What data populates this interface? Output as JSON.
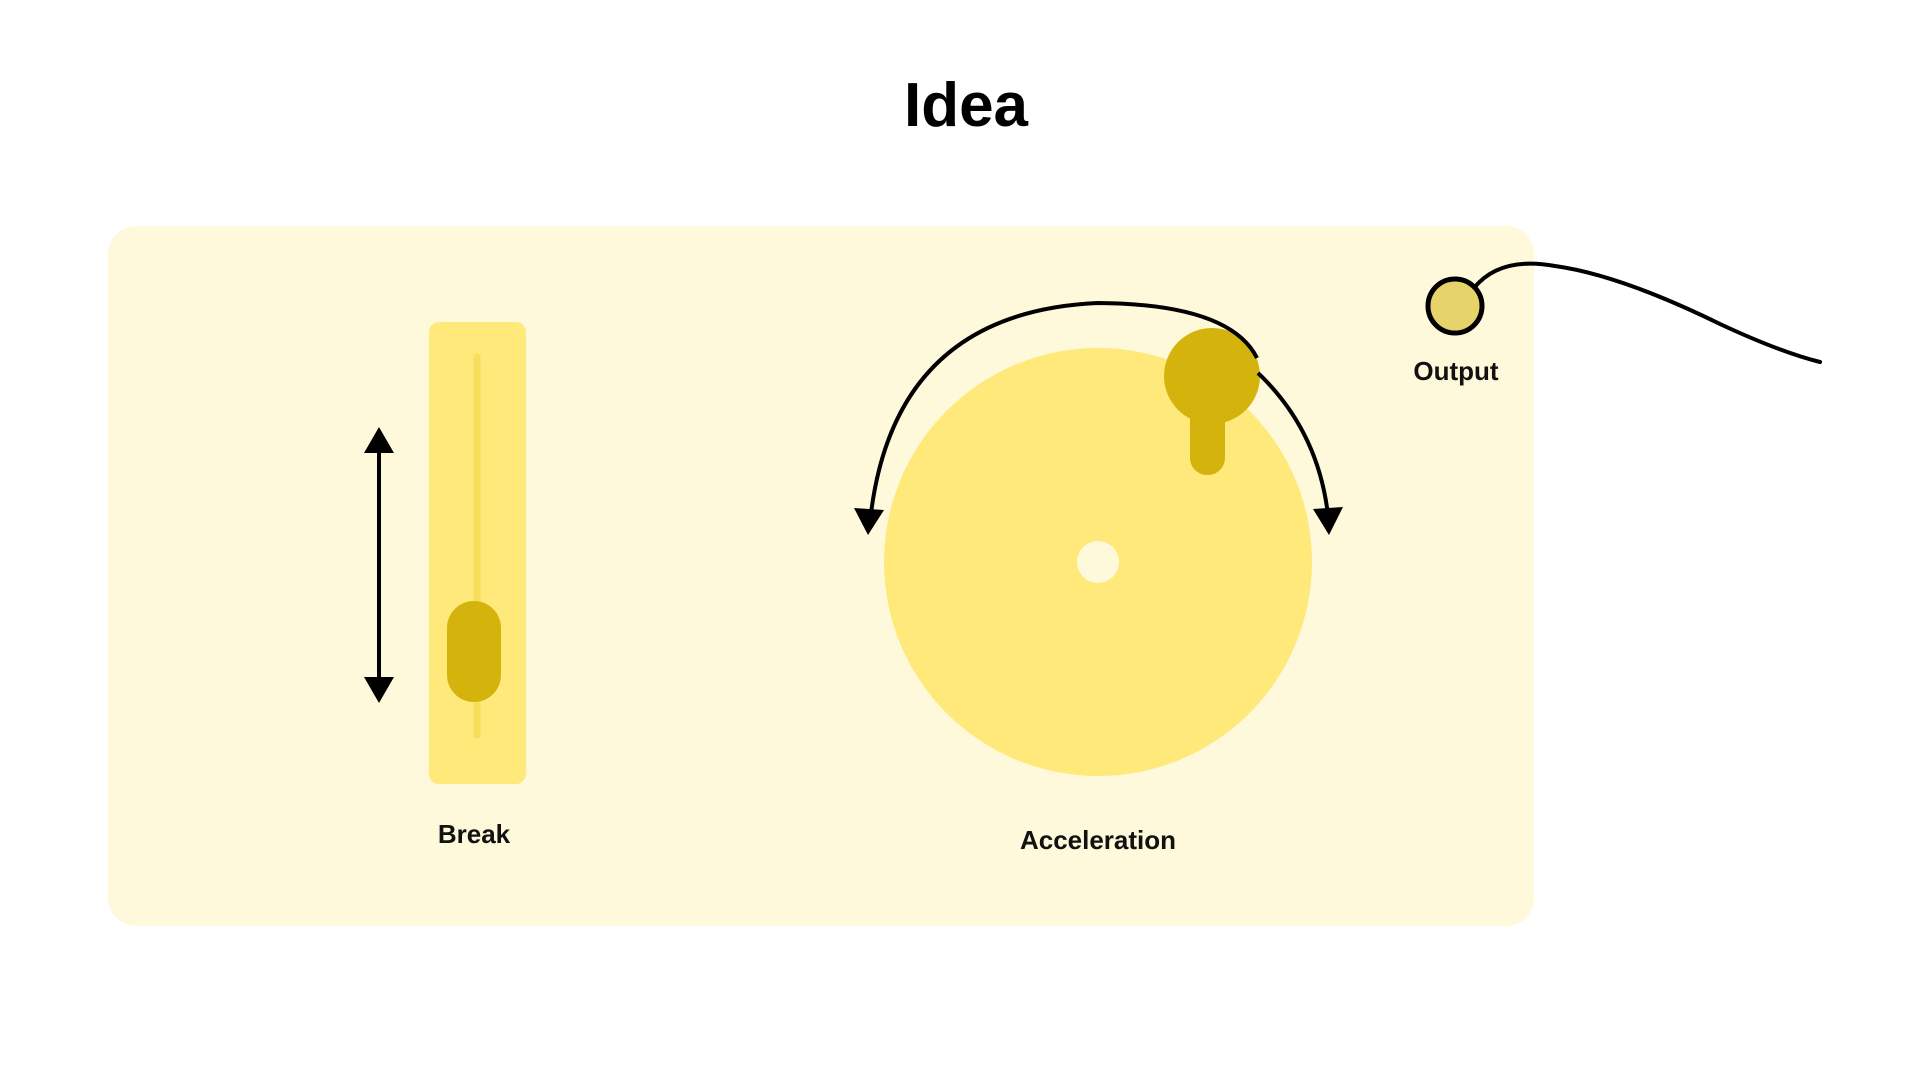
{
  "title": "Idea",
  "controls": {
    "break_label": "Break",
    "acceleration_label": "Acceleration",
    "output_label": "Output"
  },
  "icons": {
    "vertical_arrow": "double-headed-vertical-arrow-icon",
    "rotation_arrow": "curved-double-arrow-icon"
  },
  "colors": {
    "panel": "#fff9db",
    "control_fill": "#ffe97a",
    "handle": "#d4b40c",
    "output_port": "#e6d46a",
    "stroke": "#000000"
  }
}
